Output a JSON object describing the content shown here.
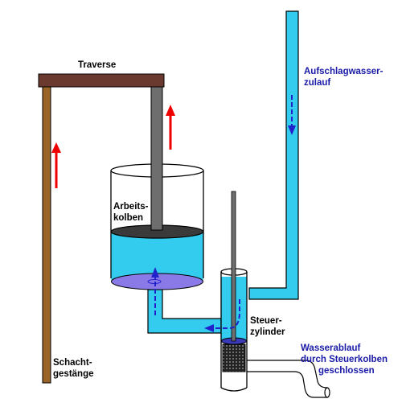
{
  "labels": {
    "traverse": "Traverse",
    "aufschlag_line1": "Aufschlagwasser-",
    "aufschlag_line2": "zulauf",
    "arbeits_line1": "Arbeits-",
    "arbeits_line2": "kolben",
    "steuer_line1": "Steuer-",
    "steuer_line2": "zylinder",
    "wasserablauf_line1": "Wasserablauf",
    "wasserablauf_line2": "durch Steuerkolben",
    "wasserablauf_line3": "geschlossen",
    "schacht_line1": "Schacht-",
    "schacht_line2": "gestänge"
  },
  "colors": {
    "water": "#33ccee",
    "water_pool": "#8a7ae8",
    "beam": "#6b3a2e",
    "rod_wood": "#9a6428",
    "rod_gray": "#6e6e6e",
    "arrow_red": "#ee0000",
    "arrow_blue": "#2222cc",
    "outline": "#000000",
    "label_blue": "#1a1aa8"
  }
}
